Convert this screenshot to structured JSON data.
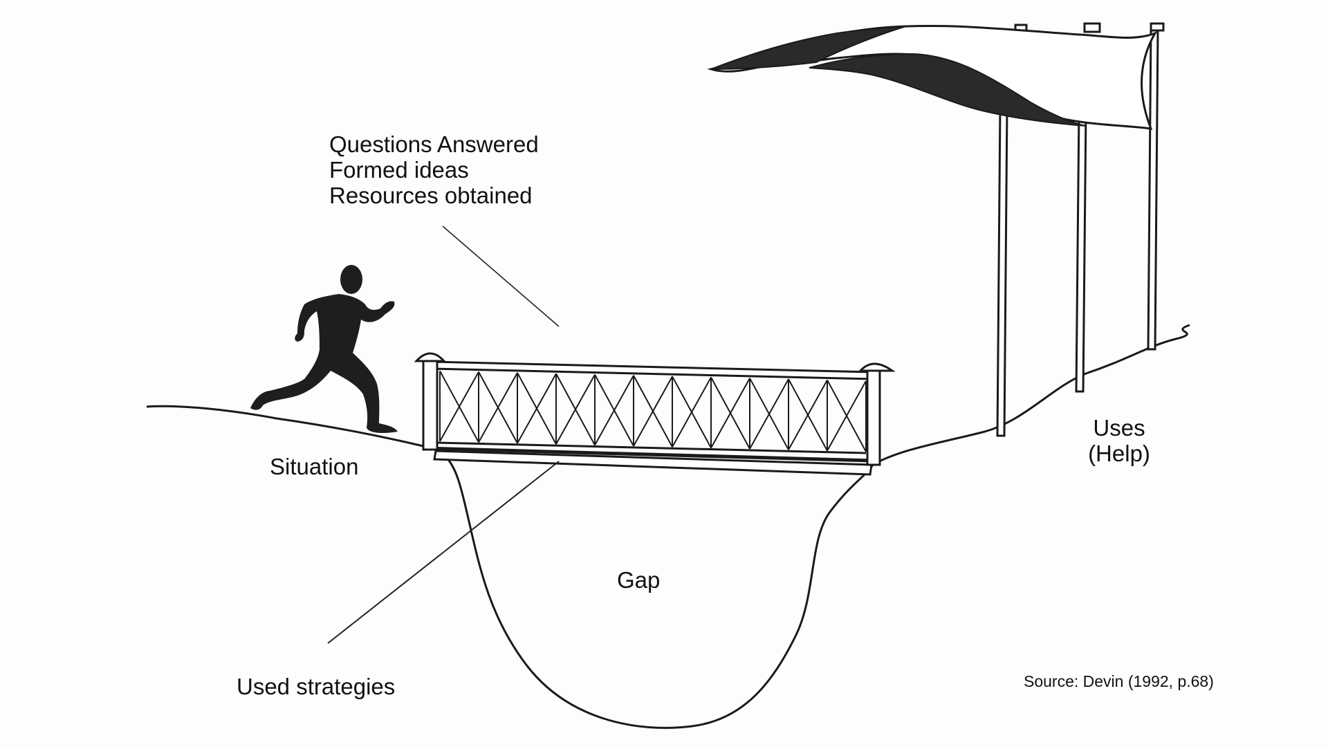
{
  "labels": {
    "callout_lines": [
      "Questions Answered",
      "Formed ideas",
      "Resources obtained"
    ],
    "situation": "Situation",
    "gap": "Gap",
    "uses_line1": "Uses",
    "uses_line2": "(Help)",
    "used_strategies": "Used strategies",
    "source": "Source: Devin (1992, p.68)"
  },
  "colors": {
    "ink": "#111111",
    "figure": "#1e1e1e",
    "flag_dark": "#2a2a2a",
    "background": "#fdfdfd"
  }
}
